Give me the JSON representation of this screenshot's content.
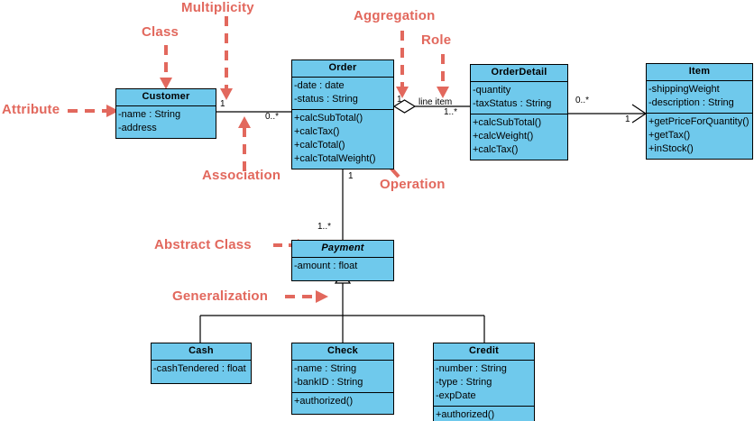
{
  "diagram": {
    "title": "UML Class Diagram",
    "accent_color": "#6FC9EC",
    "annotation_color": "#E2685D",
    "line_color": "#000000"
  },
  "classes": {
    "customer": {
      "name": "Customer",
      "abstract": false,
      "attributes": [
        "-name : String",
        "-address"
      ],
      "operations": []
    },
    "order": {
      "name": "Order",
      "abstract": false,
      "attributes": [
        "-date : date",
        "-status : String"
      ],
      "operations": [
        "+calcSubTotal()",
        "+calcTax()",
        "+calcTotal()",
        "+calcTotalWeight()"
      ]
    },
    "orderdetail": {
      "name": "OrderDetail",
      "abstract": false,
      "attributes": [
        "-quantity",
        "-taxStatus : String"
      ],
      "operations": [
        "+calcSubTotal()",
        "+calcWeight()",
        "+calcTax()"
      ]
    },
    "item": {
      "name": "Item",
      "abstract": false,
      "attributes": [
        "-shippingWeight",
        "-description : String"
      ],
      "operations": [
        "+getPriceForQuantity()",
        "+getTax()",
        "+inStock()"
      ]
    },
    "payment": {
      "name": "Payment",
      "abstract": true,
      "attributes": [
        "-amount : float"
      ],
      "operations": []
    },
    "cash": {
      "name": "Cash",
      "abstract": false,
      "attributes": [
        "-cashTendered : float"
      ],
      "operations": []
    },
    "check": {
      "name": "Check",
      "abstract": false,
      "attributes": [
        "-name : String",
        "-bankID : String"
      ],
      "operations": [
        "+authorized()"
      ]
    },
    "credit": {
      "name": "Credit",
      "abstract": false,
      "attributes": [
        "-number : String",
        "-type : String",
        "-expDate"
      ],
      "operations": [
        "+authorized()"
      ]
    }
  },
  "multiplicities": {
    "customer_order_left": "1",
    "customer_order_right": "0..*",
    "order_orderdetail_left": "1",
    "order_orderdetail_right": "1..*",
    "orderdetail_item_left": "0..*",
    "orderdetail_item_right": "1",
    "order_payment_top": "1",
    "order_payment_bottom": "1..*"
  },
  "roles": {
    "line_item": "line item"
  },
  "annotations": {
    "attribute": "Attribute",
    "class": "Class",
    "multiplicity": "Multiplicity",
    "aggregation": "Aggregation",
    "role": "Role",
    "association": "Association",
    "operation": "Operation",
    "abstract_class": "Abstract Class",
    "generalization": "Generalization"
  }
}
